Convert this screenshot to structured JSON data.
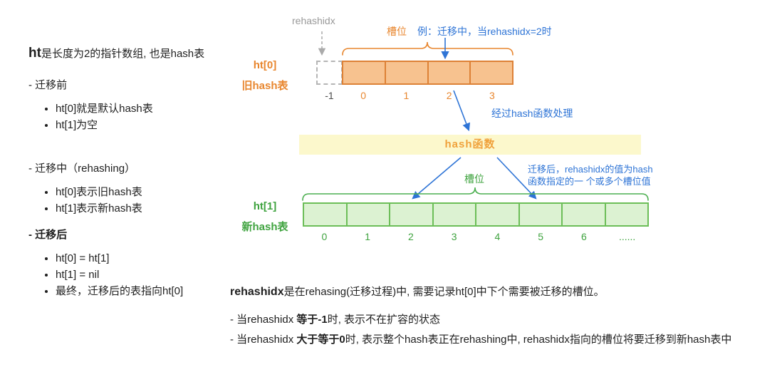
{
  "left_notes": {
    "title_bold": "ht",
    "title_rest": "是长度为2的指针数组, 也是hash表",
    "section1": {
      "heading": "- 迁移前",
      "items": [
        "ht[0]就是默认hash表",
        "ht[1]为空"
      ]
    },
    "section2": {
      "heading": "- 迁移中（rehashing）",
      "items": [
        "ht[0]表示旧hash表",
        "ht[1]表示新hash表"
      ]
    },
    "section3": {
      "heading": "- 迁移后",
      "items": [
        "ht[0] = ht[1]",
        "ht[1] = nil",
        "最终，迁移后的表指向ht[0]"
      ]
    }
  },
  "diagram": {
    "rehashidx_label": "rehashidx",
    "old_table": {
      "name_line1": "ht[0]",
      "name_line2": "旧hash表",
      "slot_brace_label": "槽位",
      "example_note": "例：迁移中，当rehashidx=2时",
      "dashed_index": "-1",
      "indices": [
        "0",
        "1",
        "2",
        "3"
      ]
    },
    "hash_box_label": "hash函数",
    "hash_note": "经过hash函数处理",
    "new_table": {
      "name_line1": "ht[1]",
      "name_line2": "新hash表",
      "slot_brace_label": "槽位",
      "note_line1": "迁移后，rehashidx的值为hash",
      "note_line2": "函数指定的一 个或多个槽位值",
      "indices": [
        "0",
        "1",
        "2",
        "3",
        "4",
        "5",
        "6",
        "......"
      ]
    }
  },
  "bottom_notes": {
    "line1_bold": "rehashidx",
    "line1_rest": "是在rehasing(迁移过程)中, 需要记录ht[0]中下个需要被迁移的槽位。",
    "line2_prefix": "- 当rehashidx ",
    "line2_bold": "等于-1",
    "line2_rest": "时, 表示不在扩容的状态",
    "line3_prefix": "- 当rehashidx ",
    "line3_bold": "大于等于0",
    "line3_rest": "时, 表示整个hash表正在rehashing中, rehashidx指向的槽位将要迁移到新hash表中"
  },
  "colors": {
    "orange_text": "#E8862E",
    "orange_border": "#DD8136",
    "orange_fill": "#F7C28F",
    "green_text": "#3FA33F",
    "green_border": "#6CBE58",
    "green_fill": "#DCF2D2",
    "blue": "#2E74D6",
    "yellow_fill": "#FCF8CC",
    "gray": "#999999"
  }
}
